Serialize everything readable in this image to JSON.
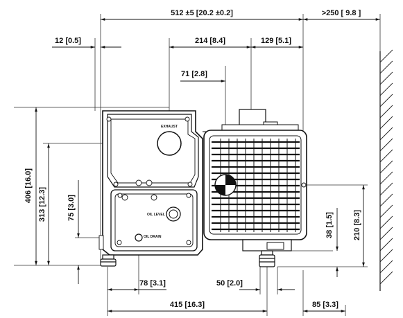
{
  "drawing": {
    "dimensions": {
      "overall_width": "512 ±5 [20.2 ±0.2]",
      "wall_clearance": ">250 [ 9.8 ]",
      "left_offset": "12 [0.5]",
      "exhaust_offset": "214 [8.4]",
      "motor_offset": "129 [5.1]",
      "cog_offset": "71 [2.8]",
      "overall_height": "406 [16.0]",
      "exhaust_height": "313 [12.3]",
      "drain_height": "75 [3.0]",
      "foot_height": "38 [1.5]",
      "cog_height": "210 [8.3]",
      "drain_offset": "78 [3.1]",
      "foot_width": "50 [2.0]",
      "foot_spacing": "415 [16.3]",
      "rear_offset": "85 [3.3]"
    },
    "labels": {
      "exhaust": "EXHAUST",
      "oil_level": "OIL LEVEL",
      "oil_drain": "OIL DRAIN"
    }
  }
}
